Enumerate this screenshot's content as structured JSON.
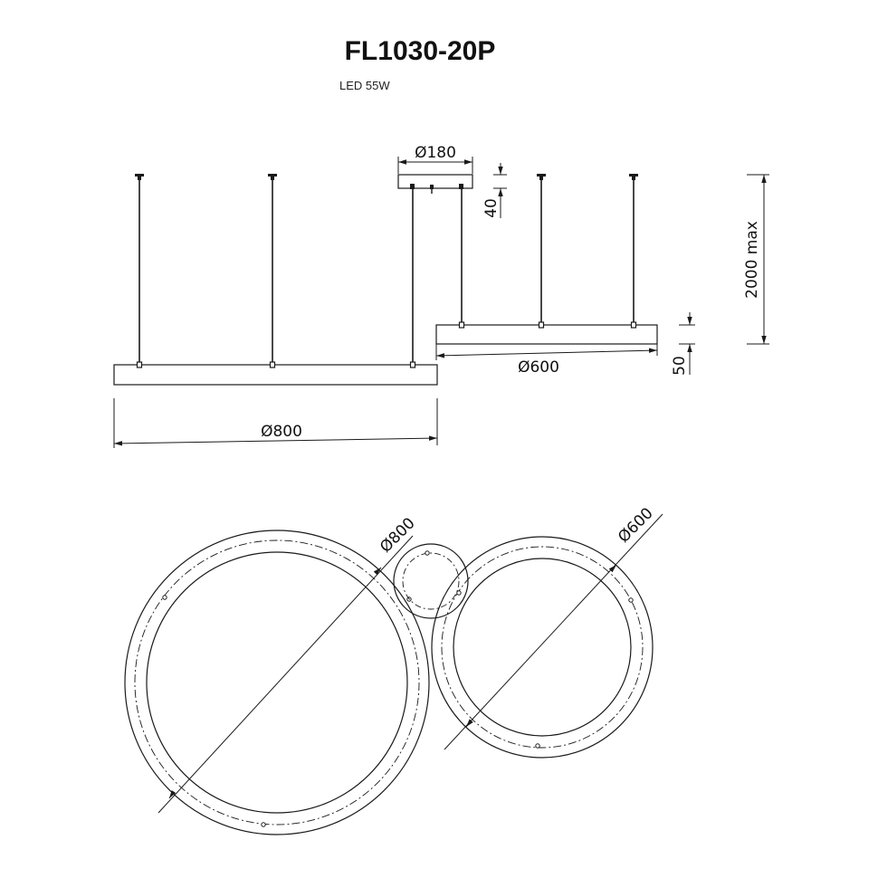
{
  "header": {
    "model": "FL1030-20P",
    "spec": "LED 55W"
  },
  "dimensions": {
    "canopy_diameter": "Ø180",
    "canopy_height": "40",
    "large_ring_diameter": "Ø800",
    "small_ring_diameter": "Ø600",
    "ring_height": "50",
    "max_length": "2000 max"
  }
}
